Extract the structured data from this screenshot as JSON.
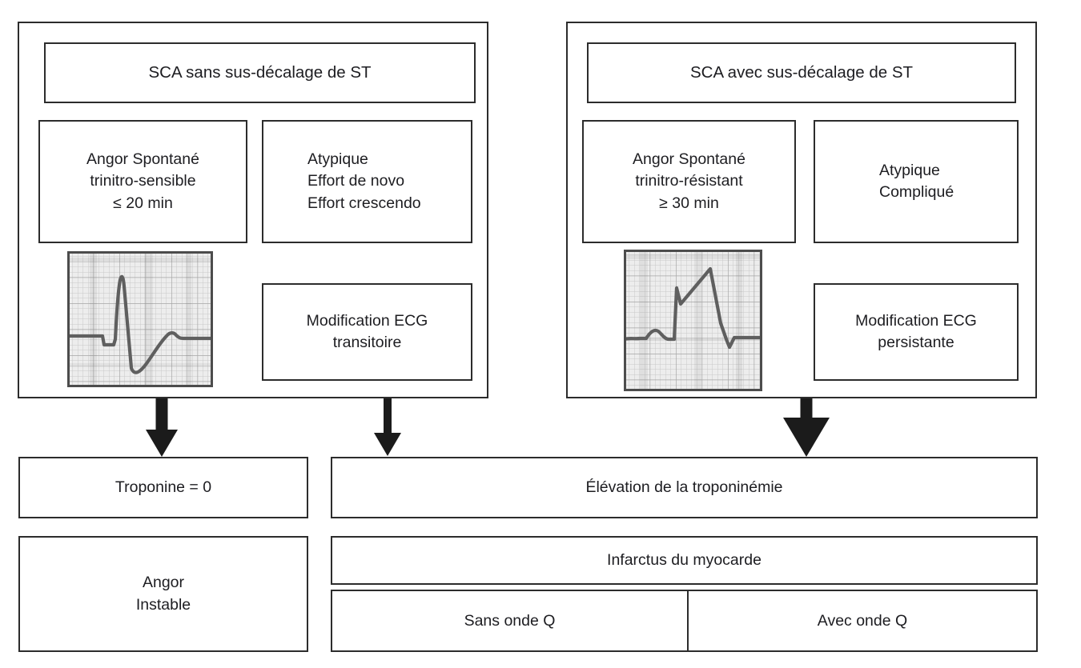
{
  "panels": {
    "left": {
      "title": "SCA sans sus-décalage de ST",
      "angor_box": {
        "lines": [
          "Angor Spontané",
          "trinitro-sensible",
          "≤ 20 min"
        ]
      },
      "atypique_box": {
        "lines": [
          "Atypique",
          "Effort de novo",
          "Effort crescendo"
        ]
      },
      "ecg_modification_box": {
        "lines": [
          "Modification ECG",
          "transitoire"
        ]
      },
      "ecg_image": "ecg-st-depression-image"
    },
    "right": {
      "title": "SCA avec sus-décalage de ST",
      "angor_box": {
        "lines": [
          "Angor Spontané",
          "trinitro-résistant",
          "≥ 30 min"
        ]
      },
      "atypique_box": {
        "lines": [
          "Atypique",
          "Compliqué"
        ]
      },
      "ecg_modification_box": {
        "lines": [
          "Modification ECG",
          "persistante"
        ]
      },
      "ecg_image": "ecg-st-elevation-image"
    }
  },
  "outcomes": {
    "troponin_zero": {
      "label": "Troponine = 0"
    },
    "troponin_elevation": {
      "label": "Élévation de la troponinémie"
    },
    "unstable_angina": {
      "lines": [
        "Angor",
        "Instable"
      ]
    },
    "myocardial_infarction": {
      "label": "Infarctus du myocarde"
    },
    "q_wave": {
      "without": "Sans onde Q",
      "with": "Avec onde Q"
    }
  },
  "icons": {
    "arrows": [
      "down-arrow",
      "down-arrow",
      "down-arrow"
    ],
    "ecg_left": "ecg-st-depression-image",
    "ecg_right": "ecg-st-elevation-image"
  },
  "colors": {
    "border": "#2c2c2c",
    "text": "#1d1d21",
    "arrow": "#1b1b1b",
    "ecg_paper": "#ededed",
    "ecg_trace": "#5f5f5f"
  }
}
